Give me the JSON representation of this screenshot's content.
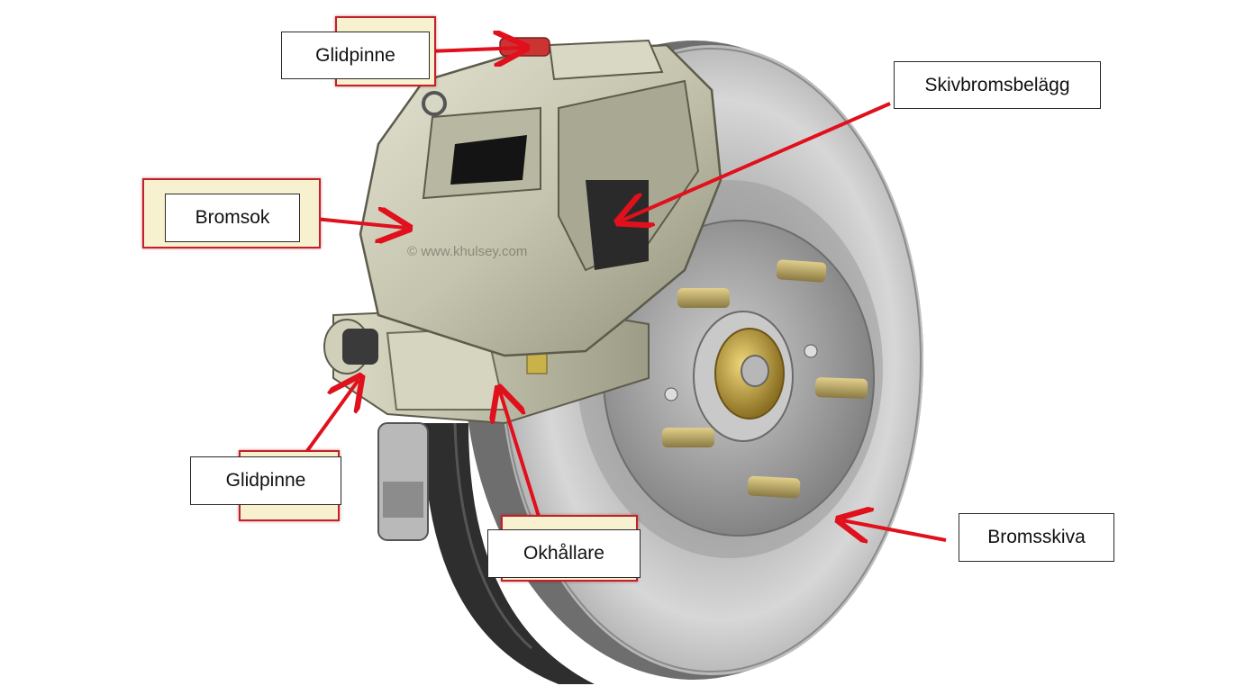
{
  "diagram": {
    "watermark": "© www.khulsey.com",
    "labels": {
      "glidpinne_top": "Glidpinne",
      "skivbromsbelagg": "Skivbromsbelägg",
      "bromsok": "Bromsok",
      "glidpinne_bottom": "Glidpinne",
      "okhallare": "Okhållare",
      "bromsskiva": "Bromsskiva"
    },
    "colors": {
      "arrow": "#e0101c",
      "label_border": "#2a2a2a",
      "label_highlight_border": "#c0212b",
      "label_highlight_fill": "#f7f1cf",
      "disc": "#b9b9b9",
      "caliper": "#c9c8b4"
    }
  }
}
